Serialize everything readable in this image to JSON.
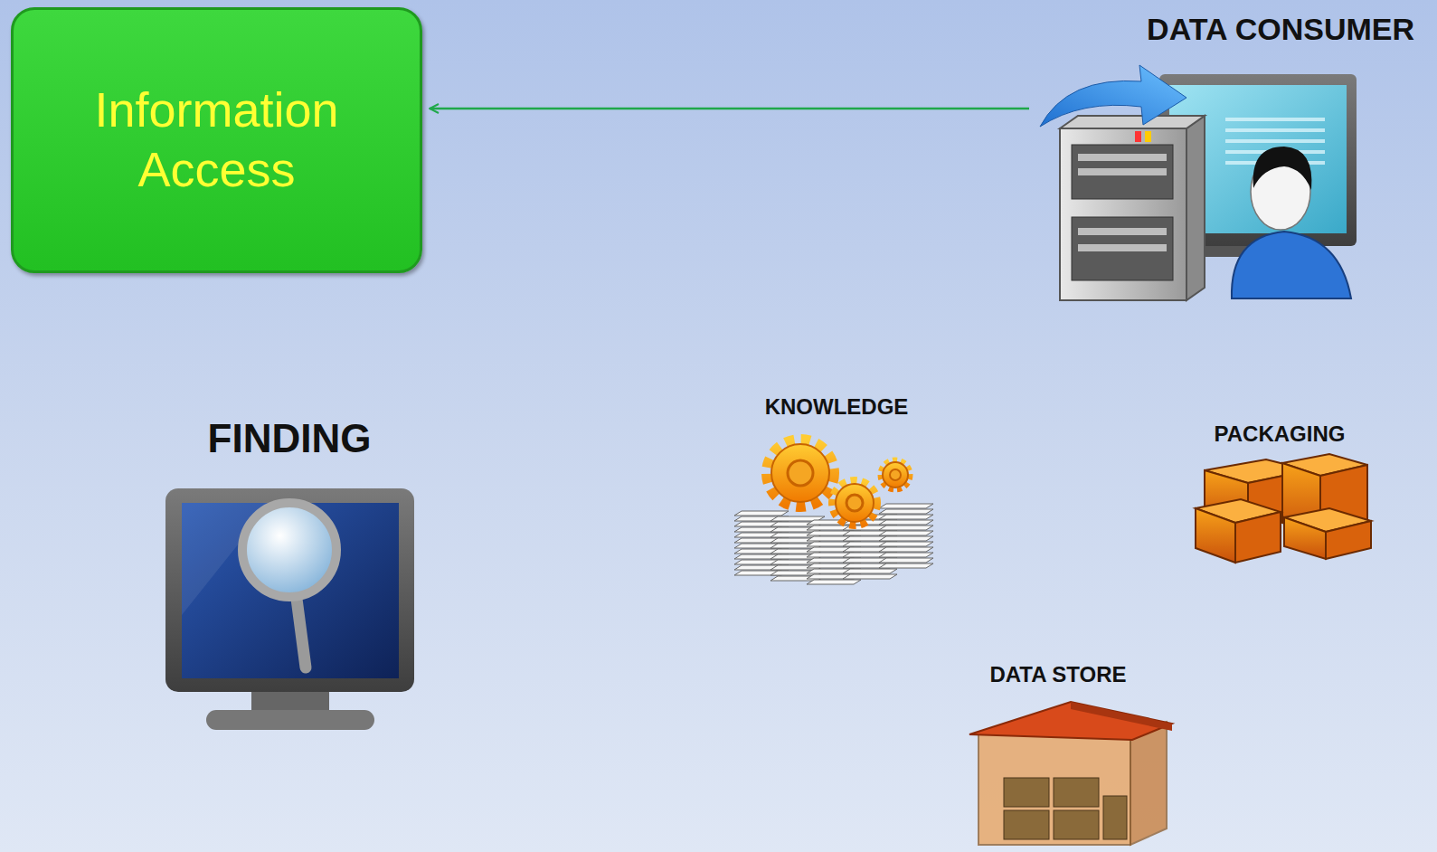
{
  "diagram": {
    "nodes": [
      {
        "text": [
          "Information Access"
        ]
      },
      {
        "text": [
          "DATA CONSUMER"
        ]
      },
      {
        "text": [
          "FINDING"
        ]
      },
      {
        "text": [
          "KNOWLEDGE"
        ]
      },
      {
        "text": [
          "PACKAGING"
        ]
      },
      {
        "text": [
          "DATA STORE"
        ]
      }
    ],
    "edges": [
      {
        "from": 1,
        "to": 0,
        "arrow": "to"
      }
    ]
  }
}
